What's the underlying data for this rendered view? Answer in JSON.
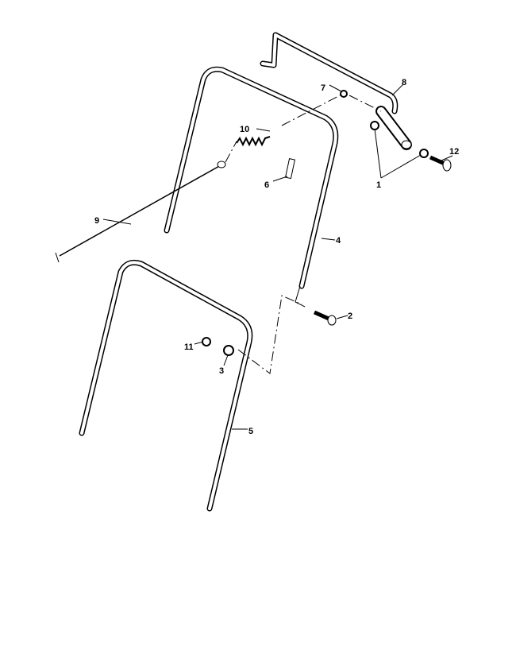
{
  "diagram": {
    "type": "exploded parts diagram",
    "callouts": [
      {
        "id": "p1",
        "text": "1"
      },
      {
        "id": "p2",
        "text": "2"
      },
      {
        "id": "p3",
        "text": "3"
      },
      {
        "id": "p4",
        "text": "4"
      },
      {
        "id": "p5",
        "text": "5"
      },
      {
        "id": "p6",
        "text": "6"
      },
      {
        "id": "p7",
        "text": "7"
      },
      {
        "id": "p8",
        "text": "8"
      },
      {
        "id": "p9",
        "text": "9"
      },
      {
        "id": "p10",
        "text": "10"
      },
      {
        "id": "p11",
        "text": "11"
      },
      {
        "id": "p12",
        "text": "12"
      }
    ]
  }
}
